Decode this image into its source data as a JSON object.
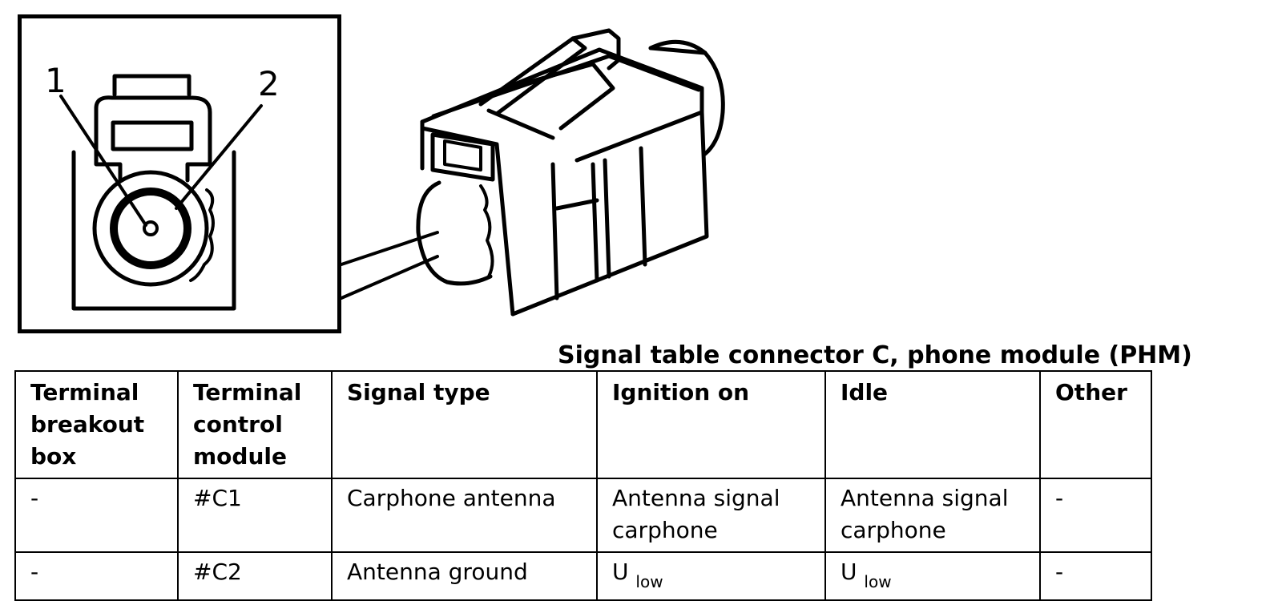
{
  "figure": {
    "terminal_labels": [
      "1",
      "2"
    ]
  },
  "table": {
    "title": "Signal table connector C, phone module (PHM)",
    "headers": [
      "Terminal breakout box",
      "Terminal control module",
      "Signal type",
      "Ignition on",
      "Idle",
      "Other"
    ],
    "rows": [
      {
        "breakout": "-",
        "control": "#C1",
        "signal_type": "Carphone antenna",
        "ignition_on": "Antenna signal carphone",
        "idle": "Antenna signal carphone",
        "other": "-"
      },
      {
        "breakout": "-",
        "control": "#C2",
        "signal_type": "Antenna ground",
        "ignition_on_main": "U",
        "ignition_on_sub": "low",
        "idle_main": "U",
        "idle_sub": "low",
        "other": "-"
      }
    ]
  }
}
